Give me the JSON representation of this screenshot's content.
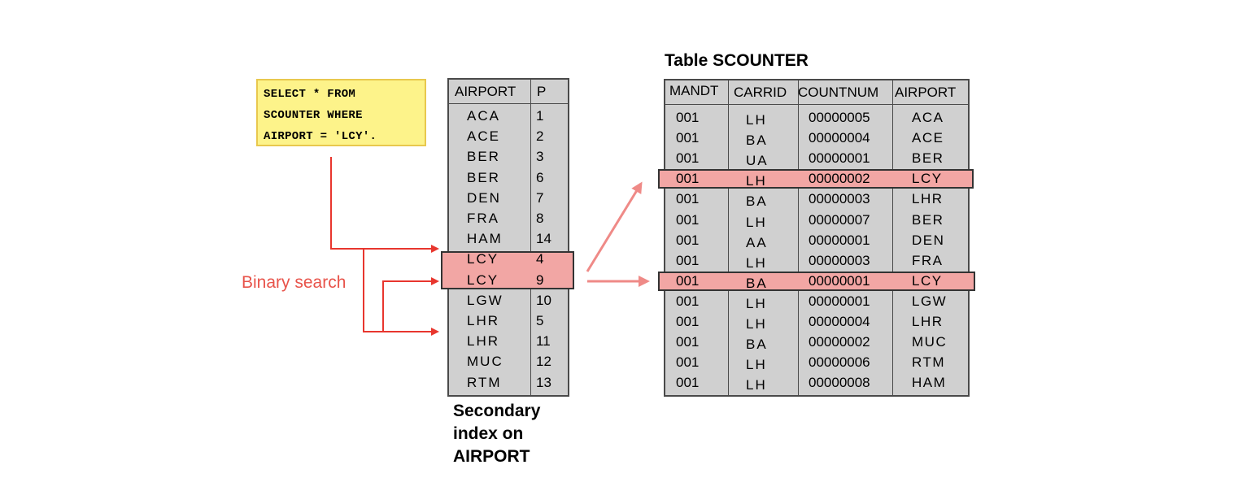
{
  "sql": {
    "lines": [
      "SELECT * FROM",
      "SCOUNTER WHERE",
      "AIRPORT = 'LCY'."
    ]
  },
  "index": {
    "headers": [
      "AIRPORT",
      "P"
    ],
    "rows": [
      [
        "ACA",
        "1"
      ],
      [
        "ACE",
        "2"
      ],
      [
        "BER",
        "3"
      ],
      [
        "BER",
        "6"
      ],
      [
        "DEN",
        "7"
      ],
      [
        "FRA",
        "8"
      ],
      [
        "HAM",
        "14"
      ],
      [
        "LCY",
        "4"
      ],
      [
        "LCY",
        "9"
      ],
      [
        "LGW",
        "10"
      ],
      [
        "LHR",
        "5"
      ],
      [
        "LHR",
        "11"
      ],
      [
        "MUC",
        "12"
      ],
      [
        "RTM",
        "13"
      ]
    ],
    "caption": [
      "Secondary",
      "index on",
      "AIRPORT"
    ]
  },
  "scounter": {
    "title": "Table SCOUNTER",
    "headers": [
      "MANDT",
      "CARRID",
      "COUNTNUM",
      "AIRPORT"
    ],
    "rows": [
      [
        "001",
        "LH",
        "00000005",
        "ACA"
      ],
      [
        "001",
        "BA",
        "00000004",
        "ACE"
      ],
      [
        "001",
        "UA",
        "00000001",
        "BER"
      ],
      [
        "001",
        "LH",
        "00000002",
        "LCY"
      ],
      [
        "001",
        "BA",
        "00000003",
        "LHR"
      ],
      [
        "001",
        "LH",
        "00000007",
        "BER"
      ],
      [
        "001",
        "AA",
        "00000001",
        "DEN"
      ],
      [
        "001",
        "LH",
        "00000003",
        "FRA"
      ],
      [
        "001",
        "BA",
        "00000001",
        "LCY"
      ],
      [
        "001",
        "LH",
        "00000001",
        "LGW"
      ],
      [
        "001",
        "LH",
        "00000004",
        "LHR"
      ],
      [
        "001",
        "BA",
        "00000002",
        "MUC"
      ],
      [
        "001",
        "LH",
        "00000006",
        "RTM"
      ],
      [
        "001",
        "LH",
        "00000008",
        "HAM"
      ]
    ]
  },
  "binary_search_label": "Binary search",
  "colors": {
    "sql_bg": "#fdf38a",
    "table_bg": "#d0d0d0",
    "highlight": "#f2a6a4",
    "arrow_red": "#e8362e",
    "arrow_pink": "#ef8a87"
  }
}
